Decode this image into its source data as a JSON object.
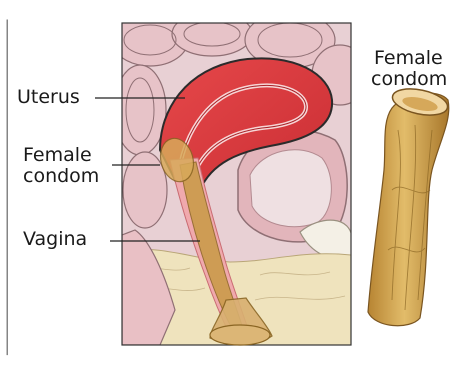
{
  "labels": {
    "uterus": "Uterus",
    "condom_line1": "Female",
    "condom_line2": "condom",
    "vagina": "Vagina",
    "side_line1": "Female",
    "side_line2": "condom"
  },
  "colors": {
    "uterus_red": "#d43a3a",
    "tissue_pink": "#e9c2c4",
    "condom_tan": "#c99a45",
    "fat_cream": "#efe3bd",
    "frame_gray": "#444444"
  }
}
